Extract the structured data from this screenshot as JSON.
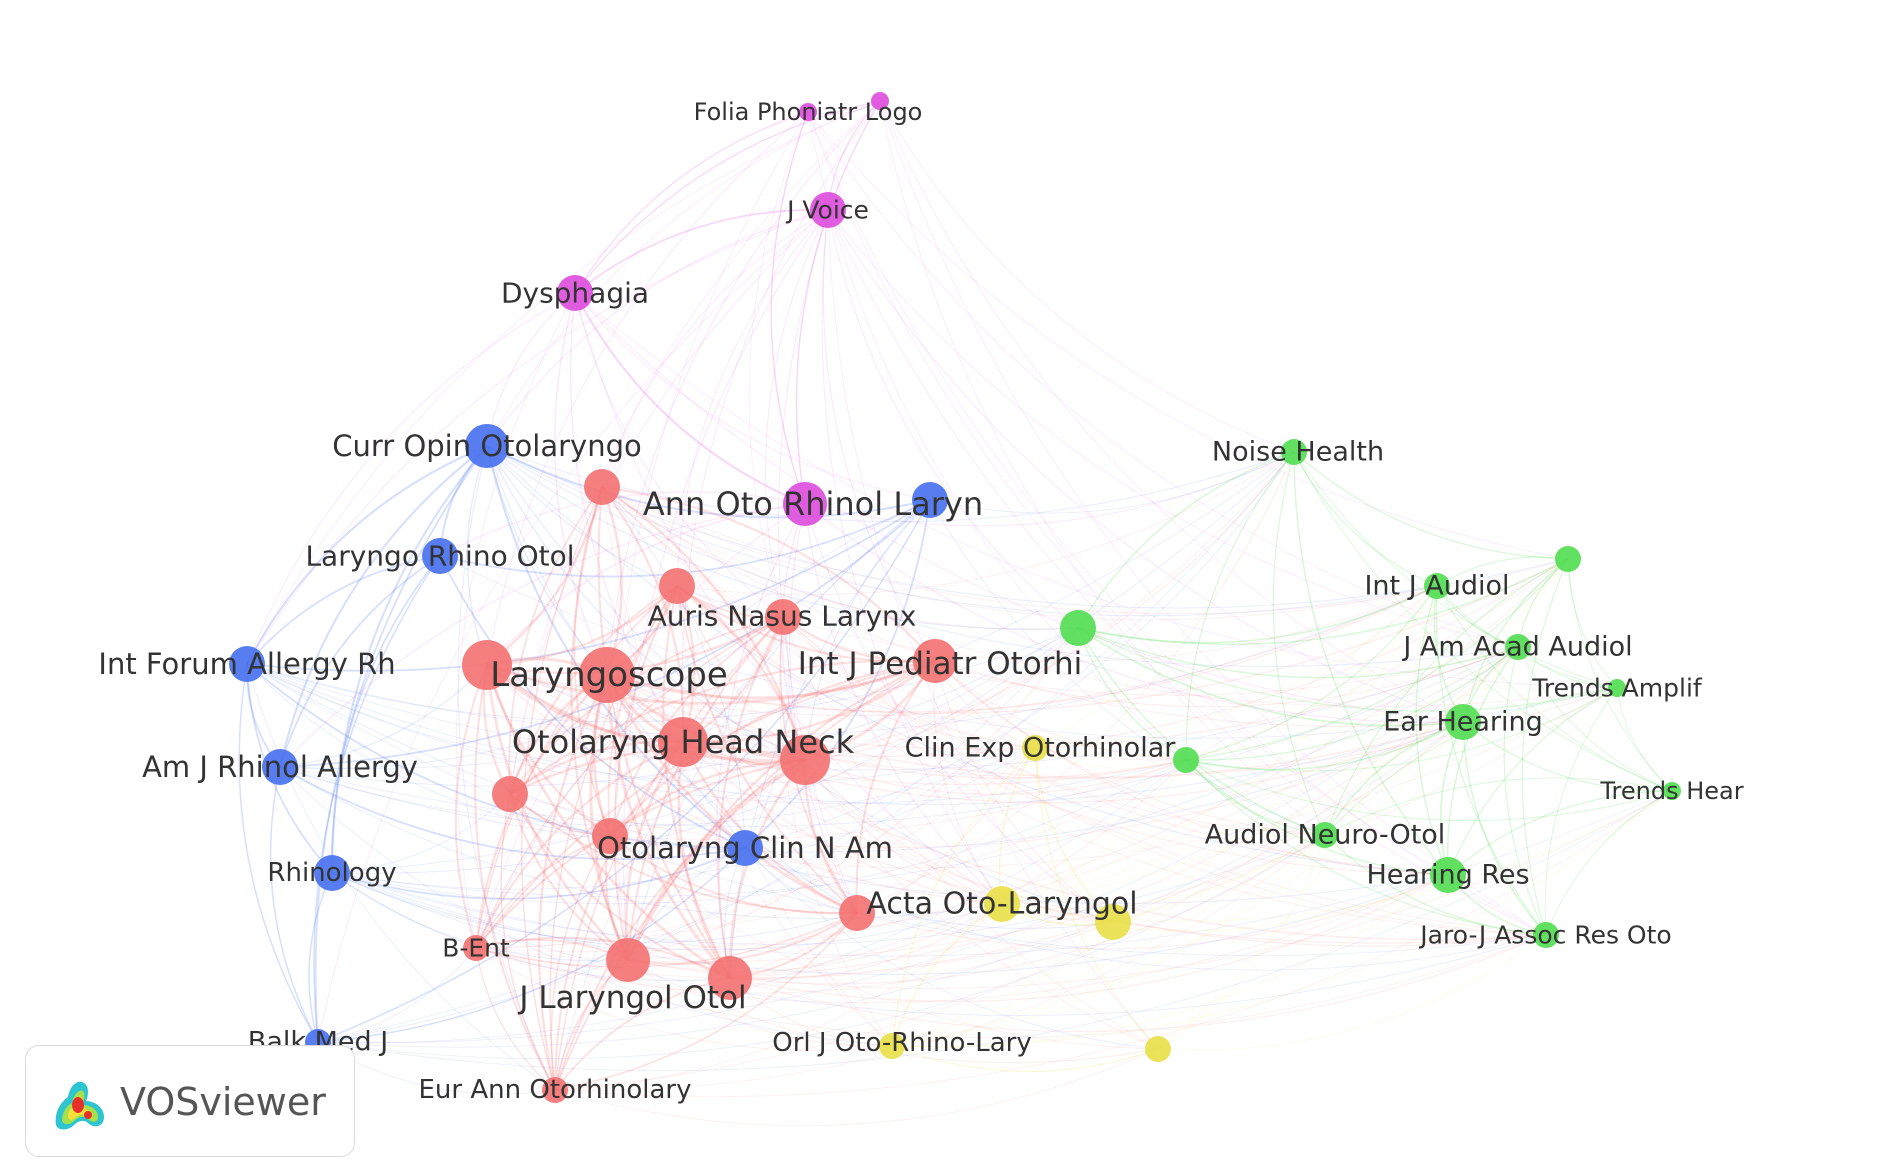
{
  "app": {
    "logo_text": "VOSviewer",
    "logo_icon": "vosviewer-density-icon"
  },
  "clusters": {
    "red": "#f47373",
    "blue": "#4a72f0",
    "green": "#55dd55",
    "yellow": "#e8e04a",
    "magenta": "#dd4fdd"
  },
  "nodes": [
    {
      "id": "folia",
      "label": "Folia Phoniatr Logo",
      "cluster": "magenta",
      "weight": 1
    },
    {
      "id": "folia2",
      "label": "",
      "cluster": "magenta",
      "weight": 1
    },
    {
      "id": "jvoice",
      "label": "J Voice",
      "cluster": "magenta",
      "weight": 3
    },
    {
      "id": "dysphagia",
      "label": "Dysphagia",
      "cluster": "magenta",
      "weight": 3
    },
    {
      "id": "annoto",
      "label": "Ann Oto Rhinol Laryn",
      "cluster": "magenta",
      "weight": 4
    },
    {
      "id": "curropin",
      "label": "Curr Opin Otolaryngo",
      "cluster": "blue",
      "weight": 4
    },
    {
      "id": "laryngorhino",
      "label": "Laryngo Rhino Otol",
      "cluster": "blue",
      "weight": 3
    },
    {
      "id": "intforum",
      "label": "Int Forum Allergy Rh",
      "cluster": "blue",
      "weight": 3
    },
    {
      "id": "amjrhinol",
      "label": "Am J Rhinol Allergy",
      "cluster": "blue",
      "weight": 3
    },
    {
      "id": "rhinology",
      "label": "Rhinology",
      "cluster": "blue",
      "weight": 3
    },
    {
      "id": "balkmed",
      "label": "Balk Med J",
      "cluster": "blue",
      "weight": 2
    },
    {
      "id": "otoclin",
      "label": "Otolaryng Clin N Am",
      "cluster": "blue",
      "weight": 3
    },
    {
      "id": "blue_unl",
      "label": "",
      "cluster": "blue",
      "weight": 3
    },
    {
      "id": "laryngoscope",
      "label": "Laryngoscope",
      "cluster": "red",
      "weight": 6
    },
    {
      "id": "red_unl1",
      "label": "",
      "cluster": "red",
      "weight": 5
    },
    {
      "id": "otohn",
      "label": "Otolaryng Head Neck",
      "cluster": "red",
      "weight": 5
    },
    {
      "id": "red_unl2",
      "label": "",
      "cluster": "red",
      "weight": 5
    },
    {
      "id": "auris",
      "label": "Auris Nasus Larynx",
      "cluster": "red",
      "weight": 3
    },
    {
      "id": "red_unl3",
      "label": "",
      "cluster": "red",
      "weight": 3
    },
    {
      "id": "intjped",
      "label": "Int J Pediatr Otorhi",
      "cluster": "red",
      "weight": 4
    },
    {
      "id": "red_unl4",
      "label": "",
      "cluster": "red",
      "weight": 3
    },
    {
      "id": "red_unl5",
      "label": "",
      "cluster": "red",
      "weight": 3
    },
    {
      "id": "red_unl6",
      "label": "",
      "cluster": "red",
      "weight": 3
    },
    {
      "id": "jlaryngol",
      "label": "J Laryngol Otol",
      "cluster": "red",
      "weight": 4
    },
    {
      "id": "red_unl7",
      "label": "",
      "cluster": "red",
      "weight": 4
    },
    {
      "id": "bent",
      "label": "B-Ent",
      "cluster": "red",
      "weight": 2
    },
    {
      "id": "eurann",
      "label": "Eur Ann Otorhinolary",
      "cluster": "red",
      "weight": 2
    },
    {
      "id": "red_unl8",
      "label": "",
      "cluster": "red",
      "weight": 3
    },
    {
      "id": "clinexp",
      "label": "Clin Exp Otorhinolar",
      "cluster": "yellow",
      "weight": 2
    },
    {
      "id": "acta",
      "label": "Acta Oto-Laryngol",
      "cluster": "yellow",
      "weight": 3
    },
    {
      "id": "yellow_unl1",
      "label": "",
      "cluster": "yellow",
      "weight": 3
    },
    {
      "id": "orlj",
      "label": "Orl J Oto-Rhino-Lary",
      "cluster": "yellow",
      "weight": 2
    },
    {
      "id": "yellow_unl2",
      "label": "",
      "cluster": "yellow",
      "weight": 2
    },
    {
      "id": "noise",
      "label": "Noise Health",
      "cluster": "green",
      "weight": 2
    },
    {
      "id": "green_unl1",
      "label": "",
      "cluster": "green",
      "weight": 3
    },
    {
      "id": "green_unl2",
      "label": "",
      "cluster": "green",
      "weight": 2
    },
    {
      "id": "green_unl3",
      "label": "",
      "cluster": "green",
      "weight": 2
    },
    {
      "id": "intjaudiol",
      "label": "Int J Audiol",
      "cluster": "green",
      "weight": 2
    },
    {
      "id": "jamacad",
      "label": "J Am Acad Audiol",
      "cluster": "green",
      "weight": 2
    },
    {
      "id": "trendsamp",
      "label": "Trends Amplif",
      "cluster": "green",
      "weight": 1
    },
    {
      "id": "earhearing",
      "label": "Ear Hearing",
      "cluster": "green",
      "weight": 3
    },
    {
      "id": "trendshear",
      "label": "Trends Hear",
      "cluster": "green",
      "weight": 1
    },
    {
      "id": "audiolneuro",
      "label": "Audiol Neuro-Otol",
      "cluster": "green",
      "weight": 2
    },
    {
      "id": "hearingres",
      "label": "Hearing Res",
      "cluster": "green",
      "weight": 3
    },
    {
      "id": "jaro",
      "label": "Jaro-J Assoc Res Oto",
      "cluster": "green",
      "weight": 2
    }
  ]
}
